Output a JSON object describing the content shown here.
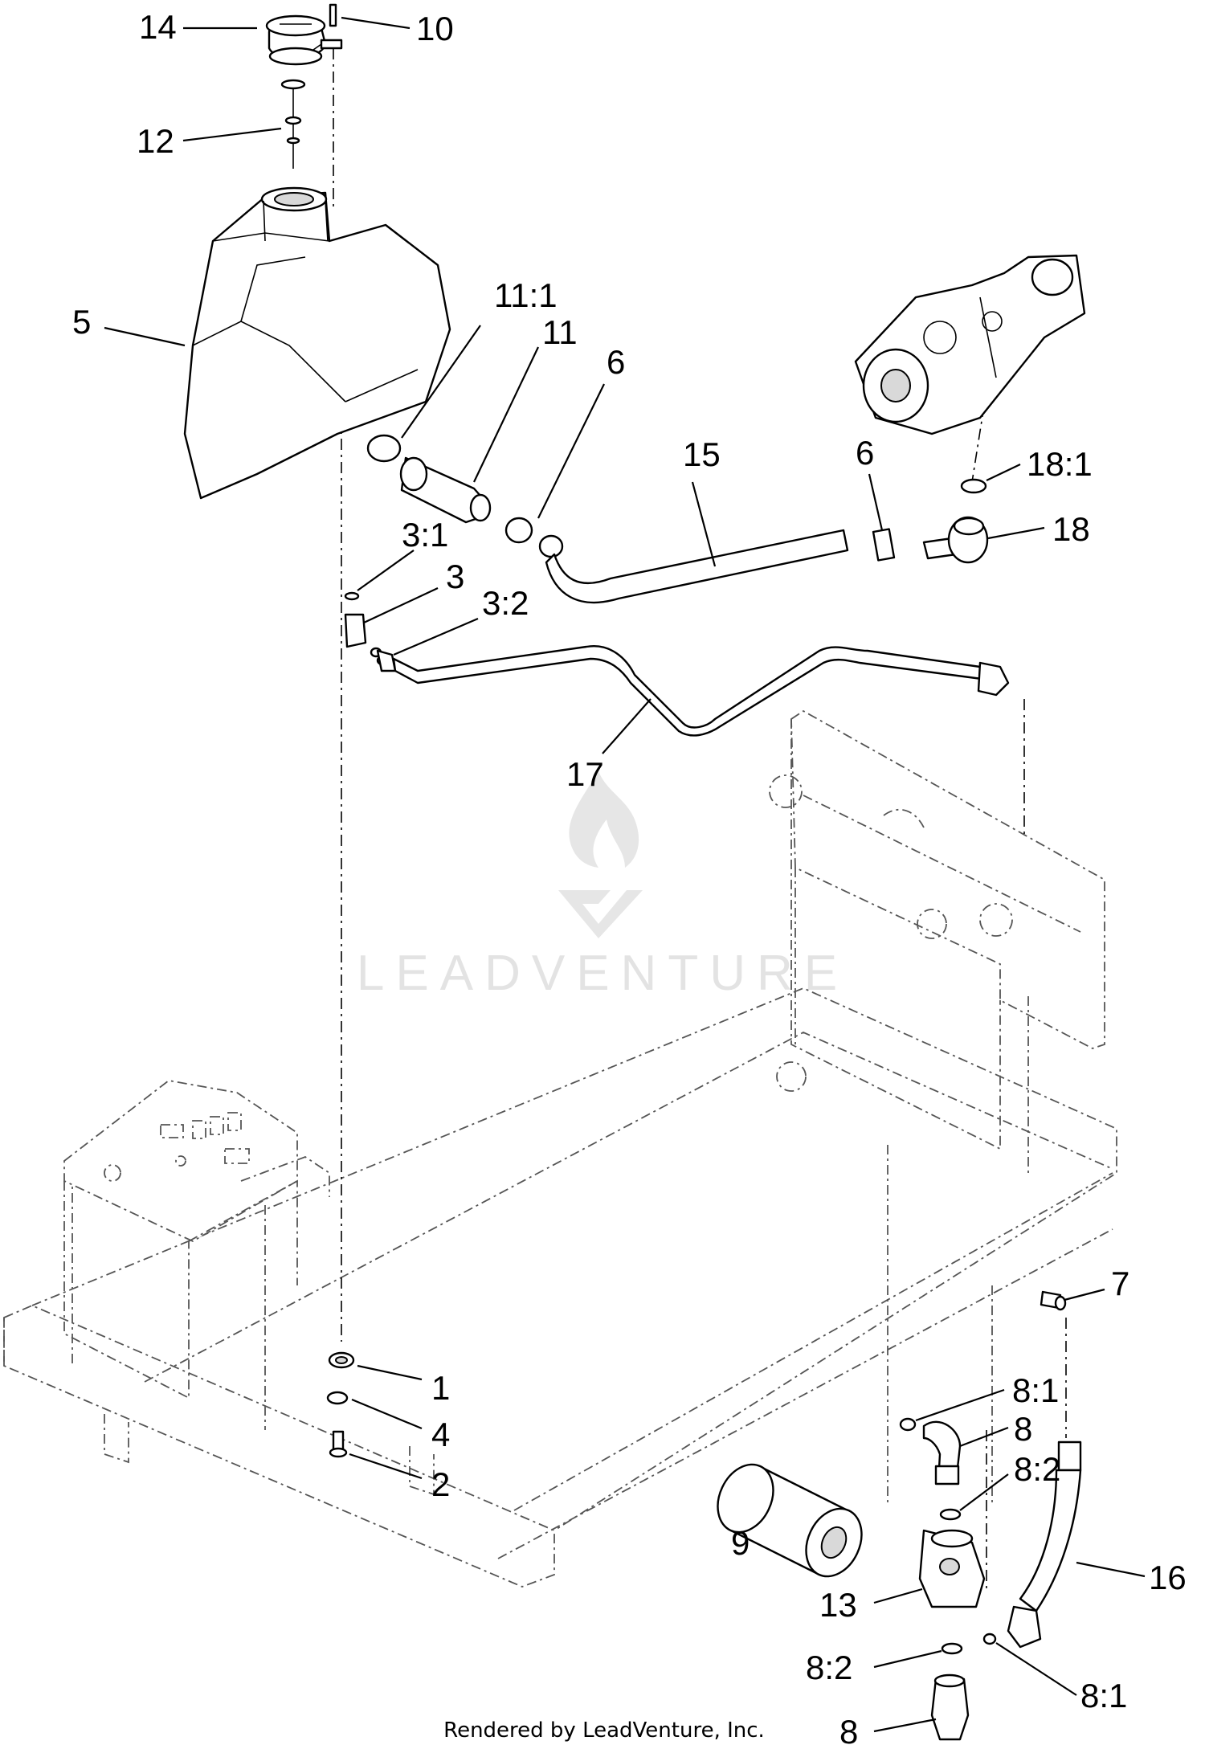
{
  "callouts": {
    "c14": "14",
    "c10": "10",
    "c12": "12",
    "c5": "5",
    "c11_1": "11:1",
    "c11": "11",
    "c6a": "6",
    "c15": "15",
    "c6b": "6",
    "c18_1": "18:1",
    "c18": "18",
    "c3_1": "3:1",
    "c3": "3",
    "c3_2": "3:2",
    "c17": "17",
    "c7": "7",
    "c1": "1",
    "c4": "4",
    "c2": "2",
    "c8_1a": "8:1",
    "c8a": "8",
    "c8_2a": "8:2",
    "c9": "9",
    "c16": "16",
    "c13": "13",
    "c8_2b": "8:2",
    "c8_1b": "8:1",
    "c8b": "8"
  },
  "watermark": {
    "brand": "LEADVENTURE",
    "logo": "flame-v-logo-icon"
  },
  "footer": {
    "credit": "Rendered by LeadVenture, Inc."
  }
}
